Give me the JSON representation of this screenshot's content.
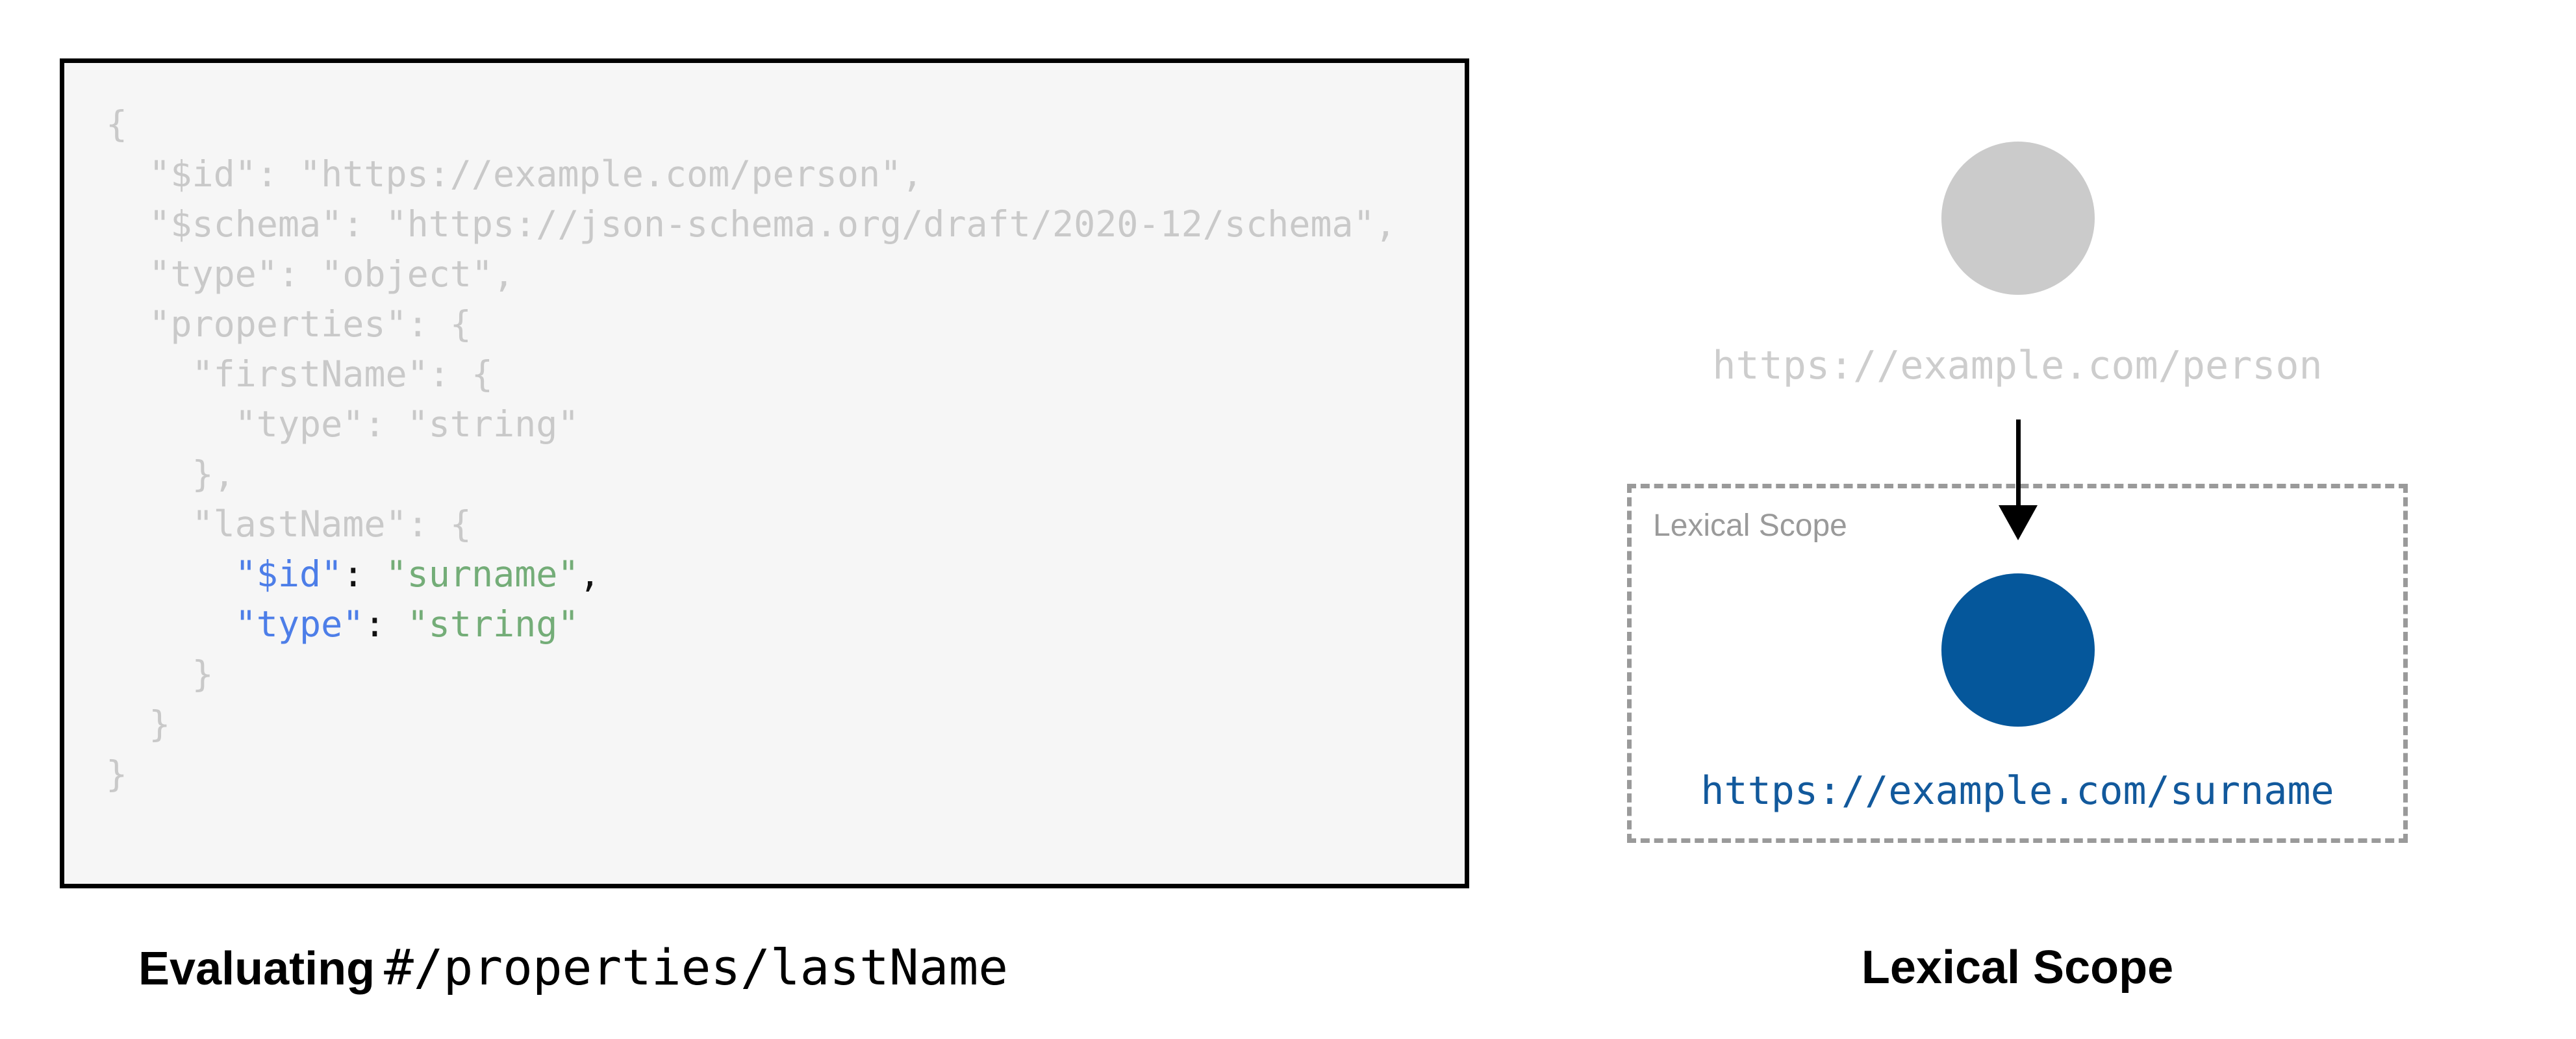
{
  "left_panel": {
    "caption_bold": "Evaluating",
    "caption_mono": "#/properties/lastName",
    "code_lines": [
      [
        [
          "{",
          "gray"
        ]
      ],
      [
        [
          "  \"$id\": \"https://example.com/person\",",
          "gray"
        ]
      ],
      [
        [
          "  \"$schema\": \"https://json-schema.org/draft/2020-12/schema\",",
          "gray"
        ]
      ],
      [
        [
          "  \"type\": \"object\",",
          "gray"
        ]
      ],
      [
        [
          "  \"properties\": {",
          "gray"
        ]
      ],
      [
        [
          "    \"firstName\": {",
          "gray"
        ]
      ],
      [
        [
          "      \"type\": \"string\"",
          "gray"
        ]
      ],
      [
        [
          "    },",
          "gray"
        ]
      ],
      [
        [
          "    \"lastName\": {",
          "gray"
        ]
      ],
      [
        [
          "      ",
          "gray"
        ],
        [
          "\"$id\"",
          "blue"
        ],
        [
          ": ",
          "dark"
        ],
        [
          "\"surname\"",
          "green"
        ],
        [
          ",",
          "dark"
        ]
      ],
      [
        [
          "      ",
          "gray"
        ],
        [
          "\"type\"",
          "blue"
        ],
        [
          ": ",
          "dark"
        ],
        [
          "\"string\"",
          "green"
        ]
      ],
      [
        [
          "    }",
          "gray"
        ]
      ],
      [
        [
          "  }",
          "gray"
        ]
      ],
      [
        [
          "}",
          "gray"
        ]
      ]
    ]
  },
  "right_panel": {
    "parent_uri": "https://example.com/person",
    "scope_label": "Lexical Scope",
    "child_uri": "https://example.com/surname",
    "caption": "Lexical Scope"
  },
  "colors": {
    "code_gray": "#c9c9c9",
    "key_blue": "#4d7ee8",
    "value_green": "#74ad78",
    "punct_dark": "#111111",
    "node_gray": "#cbcbcb",
    "node_blue": "#05579b",
    "uri_blue": "#12599c",
    "uri_gray": "#cdcdcd",
    "scope_gray": "#9a9a9a",
    "caption_black": "#000000"
  }
}
